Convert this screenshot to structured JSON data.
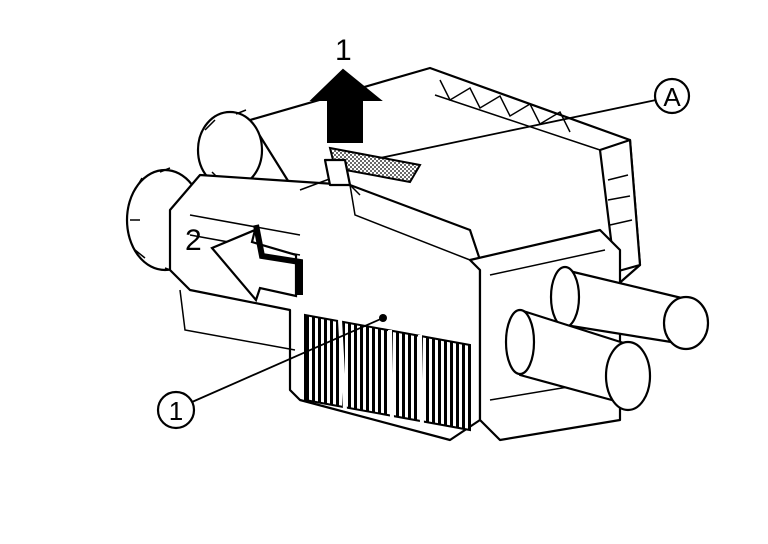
{
  "labels": {
    "step_1": "1",
    "step_2": "2",
    "callout_1": "1",
    "callout_a": "A"
  },
  "colors": {
    "line": "#000000",
    "background": "#ffffff"
  }
}
